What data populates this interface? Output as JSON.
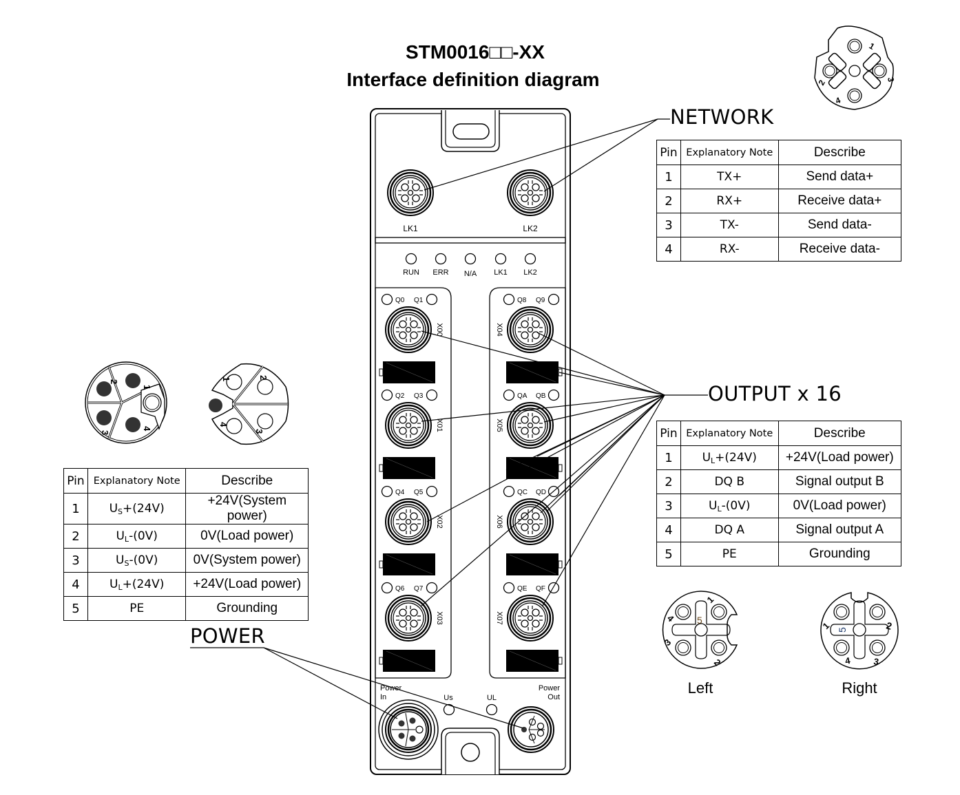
{
  "title": {
    "line1": "STM0016□□-XX",
    "line2": "Interface definition diagram"
  },
  "device": {
    "network_ports": [
      "LK1",
      "LK2"
    ],
    "status_leds": [
      "RUN",
      "ERR",
      "N/A",
      "LK1",
      "LK2"
    ],
    "output_ports": [
      {
        "id": "X00",
        "leds": [
          "Q0",
          "Q1"
        ]
      },
      {
        "id": "X01",
        "leds": [
          "Q2",
          "Q3"
        ]
      },
      {
        "id": "X02",
        "leds": [
          "Q4",
          "Q5"
        ]
      },
      {
        "id": "X03",
        "leds": [
          "Q6",
          "Q7"
        ]
      },
      {
        "id": "X04",
        "leds": [
          "Q8",
          "Q9"
        ]
      },
      {
        "id": "X05",
        "leds": [
          "QA",
          "QB"
        ]
      },
      {
        "id": "X06",
        "leds": [
          "QC",
          "QD"
        ]
      },
      {
        "id": "X07",
        "leds": [
          "QE",
          "QF"
        ]
      }
    ],
    "power_in_label": "Power In",
    "power_in_line1": "Power",
    "power_in_line2": "In",
    "power_out_line1": "Power",
    "power_out_line2": "Out",
    "power_leds": [
      "Us",
      "UL"
    ]
  },
  "network": {
    "label": "NETWORK",
    "connector_pins": [
      "1",
      "2",
      "3",
      "4"
    ],
    "headers": {
      "pin": "Pin",
      "note": "Explanatory Note",
      "describe": "Describe"
    },
    "rows": [
      {
        "pin": "1",
        "note": "TX+",
        "describe": "Send data+"
      },
      {
        "pin": "2",
        "note": "RX+",
        "describe": "Receive data+"
      },
      {
        "pin": "3",
        "note": "TX-",
        "describe": "Send data-"
      },
      {
        "pin": "4",
        "note": "RX-",
        "describe": "Receive data-"
      }
    ]
  },
  "output": {
    "label": "OUTPUT x 16",
    "headers": {
      "pin": "Pin",
      "note": "Explanatory Note",
      "describe": "Describe"
    },
    "rows": [
      {
        "pin": "1",
        "note_main": "U",
        "note_sub": "L",
        "note_rest": "+(24V)",
        "describe": "+24V(Load power)"
      },
      {
        "pin": "2",
        "note_main": "DQ B",
        "note_sub": "",
        "note_rest": "",
        "describe": "Signal output B"
      },
      {
        "pin": "3",
        "note_main": "U",
        "note_sub": "L",
        "note_rest": "-(0V)",
        "describe": "0V(Load power)"
      },
      {
        "pin": "4",
        "note_main": "DQ A",
        "note_sub": "",
        "note_rest": "",
        "describe": "Signal output A"
      },
      {
        "pin": "5",
        "note_main": "PE",
        "note_sub": "",
        "note_rest": "",
        "describe": "Grounding"
      }
    ],
    "connector_views": [
      {
        "label": "Left",
        "pins": [
          "1",
          "2",
          "3",
          "4",
          "5"
        ]
      },
      {
        "label": "Right",
        "pins": [
          "1",
          "2",
          "3",
          "4",
          "5"
        ]
      }
    ]
  },
  "power": {
    "label": "POWER",
    "connector_pins": [
      "1",
      "2",
      "3",
      "4"
    ],
    "headers": {
      "pin": "Pin",
      "note": "Explanatory Note",
      "describe": "Describe"
    },
    "rows": [
      {
        "pin": "1",
        "note_main": "U",
        "note_sub": "S",
        "note_rest": "+(24V)",
        "describe": "+24V(System power)"
      },
      {
        "pin": "2",
        "note_main": "U",
        "note_sub": "L",
        "note_rest": "-(0V)",
        "describe": "0V(Load power)"
      },
      {
        "pin": "3",
        "note_main": "U",
        "note_sub": "S",
        "note_rest": "-(0V)",
        "describe": "0V(System power)"
      },
      {
        "pin": "4",
        "note_main": "U",
        "note_sub": "L",
        "note_rest": "+(24V)",
        "describe": "+24V(Load power)"
      },
      {
        "pin": "5",
        "note_main": "PE",
        "note_sub": "",
        "note_rest": "",
        "describe": "Grounding"
      }
    ]
  }
}
